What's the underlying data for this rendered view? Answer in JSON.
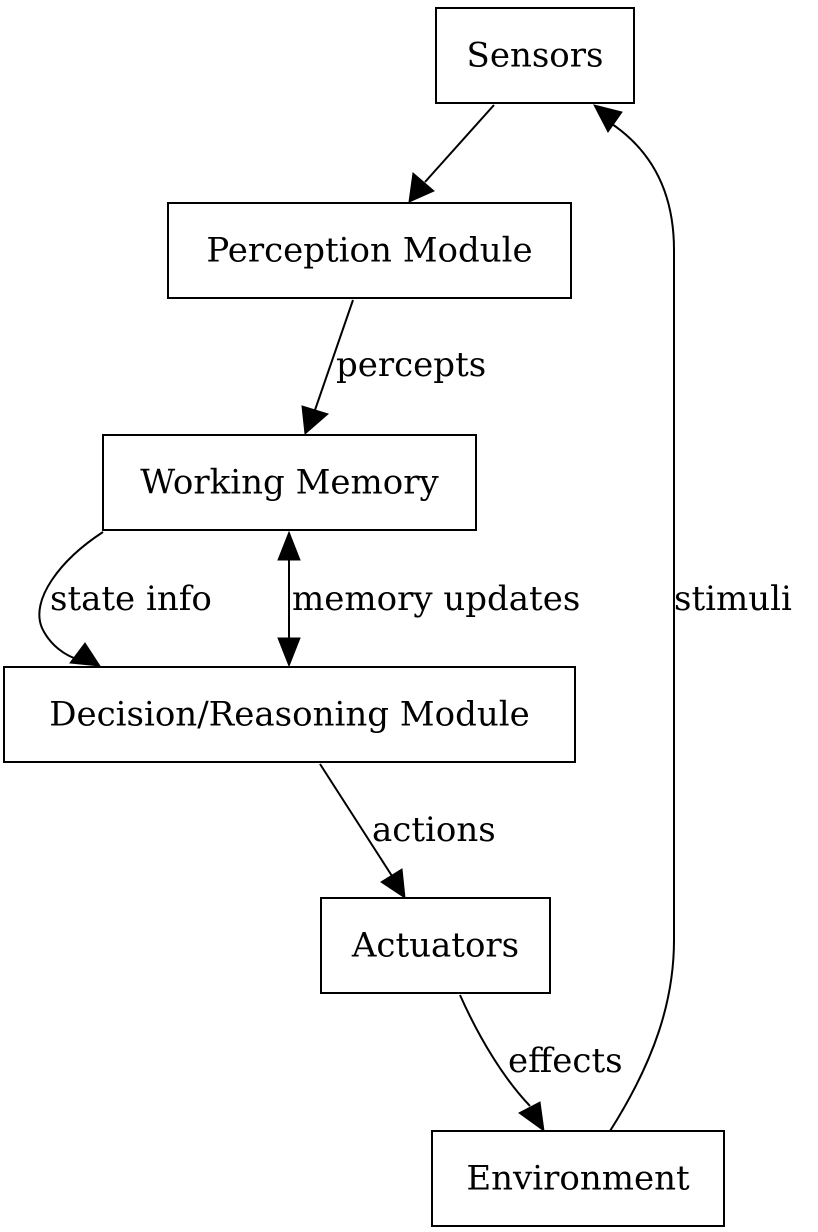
{
  "nodes": {
    "sensors": "Sensors",
    "perception": "Perception Module",
    "working_memory": "Working Memory",
    "decision": "Decision/Reasoning Module",
    "actuators": "Actuators",
    "environment": "Environment"
  },
  "edges": {
    "sensors_to_perception": "",
    "perception_to_memory": "percepts",
    "memory_to_decision": "state info",
    "memory_decision_bidirectional": "memory updates",
    "decision_to_actuators": "actions",
    "actuators_to_environment": "effects",
    "environment_to_sensors": "stimuli"
  }
}
